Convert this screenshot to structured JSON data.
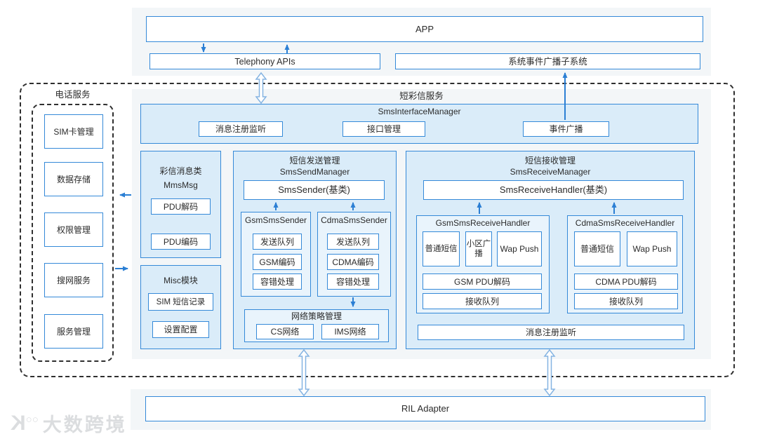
{
  "top": {
    "app_label": "APP",
    "telephony_apis_label": "Telephony APIs",
    "event_subsystem_label": "系统事件广播子系统"
  },
  "telephony_service": {
    "title": "电话服务",
    "items": [
      "SIM卡管理",
      "数据存储",
      "权限管理",
      "搜网服务",
      "服务管理"
    ]
  },
  "sms_service": {
    "title": "短彩信服务",
    "interface_manager": {
      "title": "SmsInterfaceManager",
      "items": [
        "消息注册监听",
        "接口管理",
        "事件广播"
      ]
    },
    "mms_module": {
      "title_cn": "彩信消息类",
      "title_en": "MmsMsg",
      "items": [
        "PDU解码",
        "PDU编码"
      ]
    },
    "misc_module": {
      "title": "Misc模块",
      "items": [
        "SIM 短信记录",
        "设置配置"
      ]
    },
    "send_manager": {
      "title_cn": "短信发送管理",
      "title_en": "SmsSendManager",
      "base_class": "SmsSender(基类)",
      "gsm_sender": {
        "title": "GsmSmsSender",
        "items": [
          "发送队列",
          "GSM编码",
          "容错处理"
        ]
      },
      "cdma_sender": {
        "title": "CdmaSmsSender",
        "items": [
          "发送队列",
          "CDMA编码",
          "容错处理"
        ]
      },
      "network_policy": {
        "title": "网络策略管理",
        "items": [
          "CS网络",
          "IMS网络"
        ]
      }
    },
    "receive_manager": {
      "title_cn": "短信接收管理",
      "title_en": "SmsReceiveManager",
      "base_class": "SmsReceiveHandler(基类)",
      "gsm_handler": {
        "title": "GsmSmsReceiveHandler",
        "items": [
          "普通短信",
          "小区广播",
          "Wap Push"
        ],
        "decoder": "GSM PDU解码",
        "queue": "接收队列"
      },
      "cdma_handler": {
        "title": "CdmaSmsReceiveHandler",
        "items": [
          "普通短信",
          "Wap Push"
        ],
        "decoder": "CDMA PDU解码",
        "queue": "接收队列"
      },
      "listener": "消息注册监听"
    }
  },
  "bottom": {
    "ril_adapter_label": "RIL Adapter"
  },
  "watermark": {
    "text": "大数跨境"
  },
  "colors": {
    "border_blue": "#3489d8",
    "fill_light_blue": "#daecf9",
    "fill_sub_blue": "#e9f4fc",
    "fill_gray": "#f3f6f8",
    "arrow_blue": "#2b7fd4",
    "dash_black": "#2f2f2f"
  }
}
